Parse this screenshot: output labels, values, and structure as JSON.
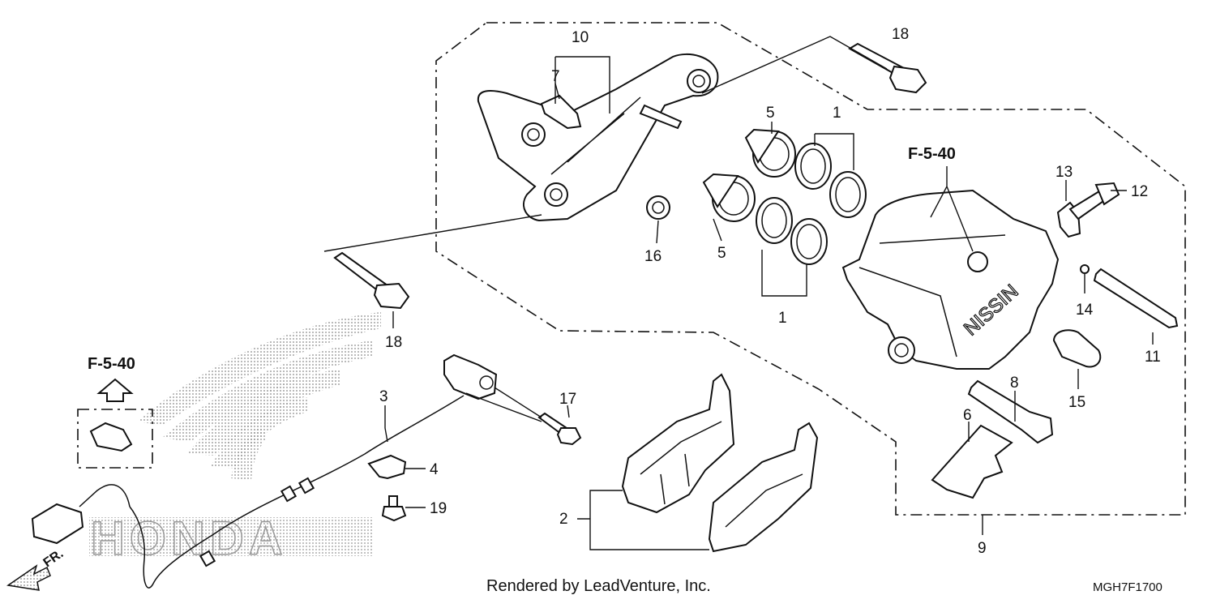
{
  "callouts": [
    {
      "id": "c10",
      "text": "10"
    },
    {
      "id": "c7",
      "text": "7"
    },
    {
      "id": "c18a",
      "text": "18"
    },
    {
      "id": "c5a",
      "text": "5"
    },
    {
      "id": "c1a",
      "text": "1"
    },
    {
      "id": "c5b",
      "text": "5"
    },
    {
      "id": "c16",
      "text": "16"
    },
    {
      "id": "c1b",
      "text": "1"
    },
    {
      "id": "c13",
      "text": "13"
    },
    {
      "id": "c12",
      "text": "12"
    },
    {
      "id": "c14",
      "text": "14"
    },
    {
      "id": "c11",
      "text": "11"
    },
    {
      "id": "c15",
      "text": "15"
    },
    {
      "id": "c8",
      "text": "8"
    },
    {
      "id": "c6",
      "text": "6"
    },
    {
      "id": "c9",
      "text": "9"
    },
    {
      "id": "c18b",
      "text": "18"
    },
    {
      "id": "c3",
      "text": "3"
    },
    {
      "id": "c17",
      "text": "17"
    },
    {
      "id": "c4",
      "text": "4"
    },
    {
      "id": "c19",
      "text": "19"
    },
    {
      "id": "c2",
      "text": "2"
    }
  ],
  "references": {
    "caliper_ref": "F-5-40",
    "sensor_ref": "F-5-40"
  },
  "front_marker": "FR.",
  "caliper_brand": "NISSIN",
  "footer": {
    "credit": "Rendered by LeadVenture, Inc.",
    "diagram_code": "MGH7F1700"
  },
  "watermark_brand": "HONDA"
}
